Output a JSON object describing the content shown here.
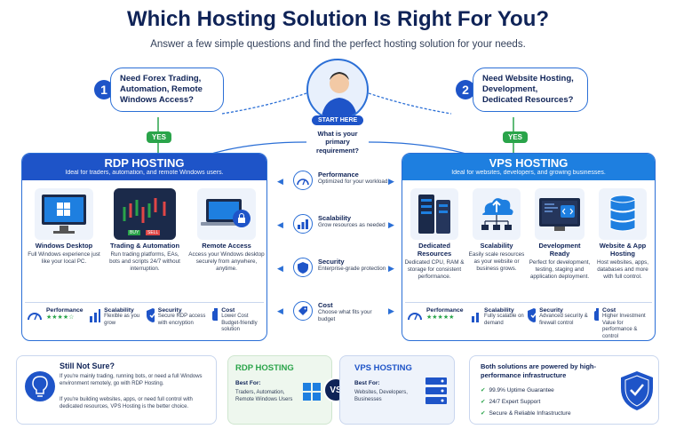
{
  "header": {
    "title": "Which Hosting Solution Is Right For You?",
    "subtitle": "Answer a few simple questions and find the perfect hosting solution for your needs."
  },
  "question1": {
    "number": "1",
    "text": "Need Forex Trading, Automation, Remote Windows Access?",
    "yes": "YES"
  },
  "question2": {
    "number": "2",
    "text": "Need Website Hosting, Development, Dedicated Resources?",
    "yes": "YES"
  },
  "start": {
    "badge": "START HERE",
    "prompt": "What is your primary requirement?"
  },
  "rdp": {
    "title": "RDP HOSTING",
    "subtitle": "Ideal for traders, automation, and remote Windows users.",
    "cards": [
      {
        "title": "Windows Desktop",
        "desc": "Full Windows experience just like your local PC."
      },
      {
        "title": "Trading & Automation",
        "desc": "Run trading platforms, EAs, bots and scripts 24/7 without interruption.",
        "buy": "BUY",
        "sell": "SELL"
      },
      {
        "title": "Remote Access",
        "desc": "Access your Windows desktop securely from anywhere, anytime."
      }
    ],
    "features": [
      {
        "title": "Performance",
        "desc": "",
        "stars": "★★★★☆"
      },
      {
        "title": "Scalability",
        "desc": "Flexible as you grow"
      },
      {
        "title": "Security",
        "desc": "Secure RDP access with encryption"
      },
      {
        "title": "Cost",
        "desc": "Lower Cost Budget-friendly solution"
      }
    ]
  },
  "vps": {
    "title": "VPS HOSTING",
    "subtitle": "Ideal for websites, developers, and growing businesses.",
    "cards": [
      {
        "title": "Dedicated Resources",
        "desc": "Dedicated CPU, RAM & storage for consistent performance."
      },
      {
        "title": "Scalability",
        "desc": "Easily scale resources as your website or business grows."
      },
      {
        "title": "Development Ready",
        "desc": "Perfect for development, testing, staging and application deployment."
      },
      {
        "title": "Website & App Hosting",
        "desc": "Host websites, apps, databases and more with full control."
      }
    ],
    "features": [
      {
        "title": "Performance",
        "desc": "",
        "stars": "★★★★★"
      },
      {
        "title": "Scalability",
        "desc": "Fully scalable on demand"
      },
      {
        "title": "Security",
        "desc": "Advanced security & firewall control"
      },
      {
        "title": "Cost",
        "desc": "Higher Investment Value for performance & control"
      }
    ]
  },
  "criteria": [
    {
      "title": "Performance",
      "desc": "Optimized for your workload"
    },
    {
      "title": "Scalability",
      "desc": "Grow resources as needed"
    },
    {
      "title": "Security",
      "desc": "Enterprise-grade protection"
    },
    {
      "title": "Cost",
      "desc": "Choose what fits your budget"
    }
  ],
  "footer": {
    "unsure": {
      "title": "Still Not Sure?",
      "line1": "If you're mainly trading, running bots, or need a full Windows environment remotely, go with RDP Hosting.",
      "line2": "If you're building websites, apps, or need full control with dedicated resources, VPS Hosting is the better choice."
    },
    "rdp": {
      "title": "RDP HOSTING",
      "best": "Best For:",
      "desc": "Traders, Automation, Remote Windows Users"
    },
    "vs": "VS",
    "vps": {
      "title": "VPS HOSTING",
      "best": "Best For:",
      "desc": "Websites, Developers, Businesses"
    },
    "infra": {
      "title": "Both solutions are powered by high-performance infrastructure",
      "items": [
        "99.9% Uptime Guarantee",
        "24/7 Expert Support",
        "Secure & Reliable Infrastructure"
      ]
    }
  },
  "colors": {
    "rdpHeader": "#1e54c8",
    "vpsHeader": "#1e7fe0",
    "accent": "#2b6fd6",
    "green": "#2aa44a",
    "navy": "#0f2357"
  }
}
